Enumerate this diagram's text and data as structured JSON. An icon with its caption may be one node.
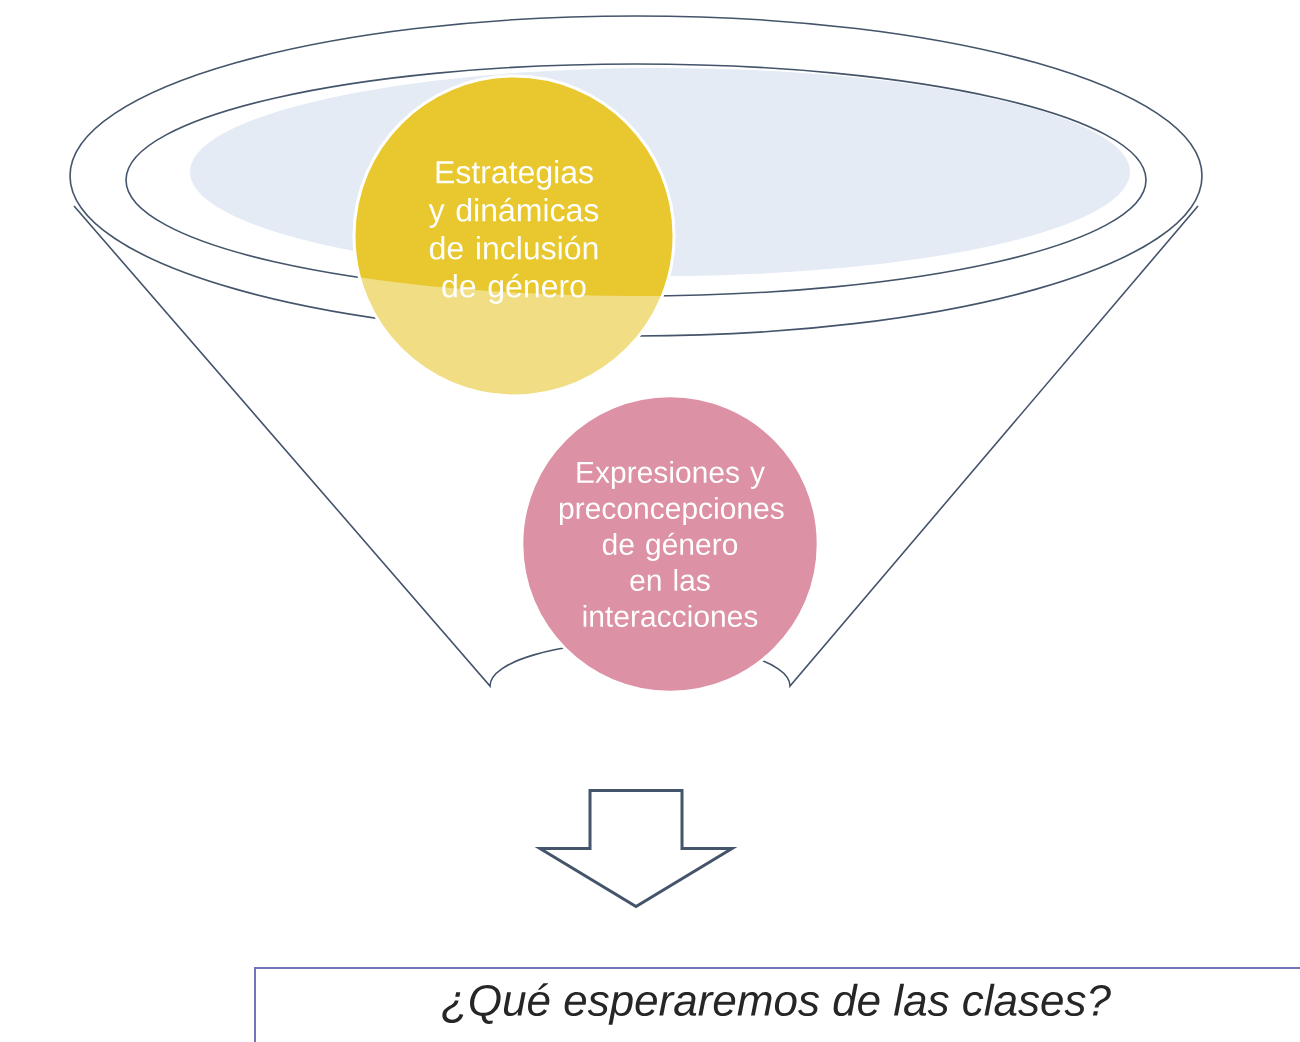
{
  "diagram": {
    "nodes": [
      {
        "text": [],
        "shape": "funnel"
      },
      {
        "text": [
          "Estrategias y dinámicas de inclusión de género"
        ],
        "in": 0
      },
      {
        "text": [
          "Expresiones y preconcepciones de género en las interacciones"
        ],
        "in": 0
      },
      {
        "text": [
          "¿Qué esperaremos de las clases?"
        ]
      }
    ],
    "edges": [
      {
        "from": 0,
        "to": 3,
        "arrow": "to"
      }
    ]
  }
}
